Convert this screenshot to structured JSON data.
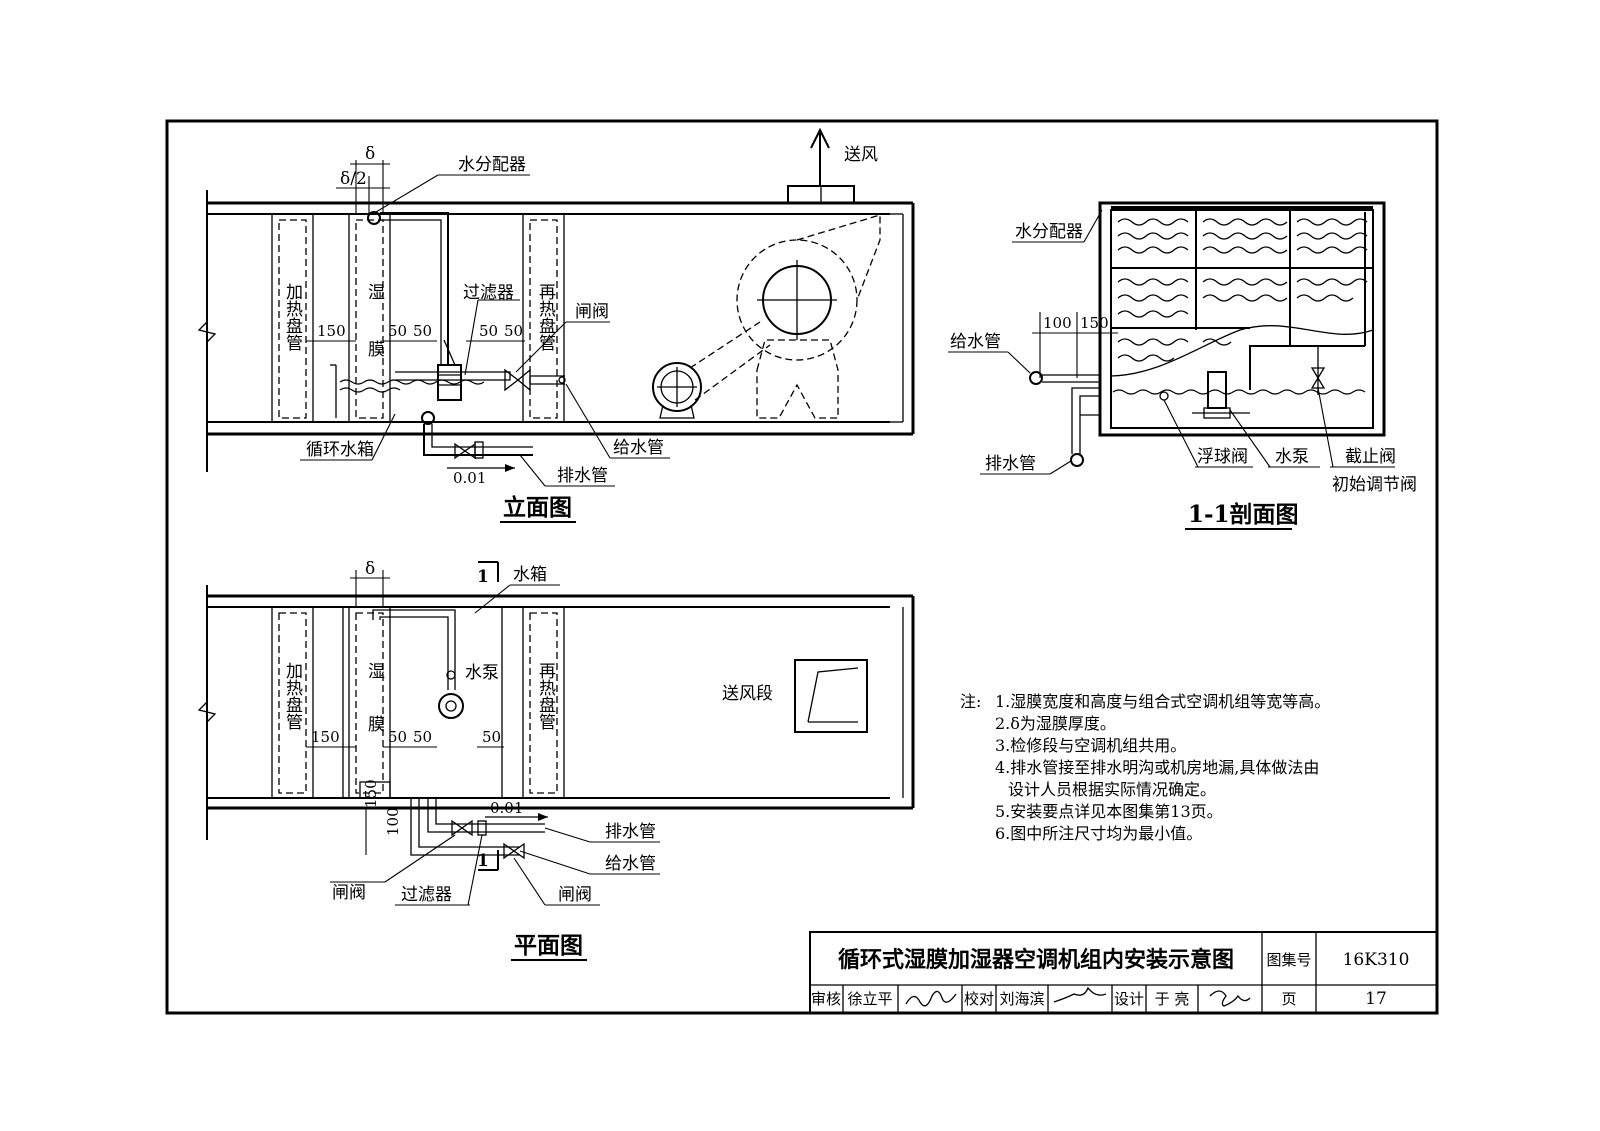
{
  "elevation": {
    "delta": "δ",
    "delta_half": "δ/2",
    "water_distributor": "水分配器",
    "supply_air": "送风",
    "filter": "过滤器",
    "gate_valve": "闸阀",
    "heating_coil": "加热盘管",
    "humid_membrane": "湿膜",
    "reheat_coil": "再热盘管",
    "dim_150": "150",
    "dim_50a": "50",
    "dim_50b": "50",
    "dim_50c": "50",
    "dim_50d": "50",
    "circ_tank": "循环水箱",
    "supply_pipe": "给水管",
    "drain_pipe": "排水管",
    "slope": "0.01",
    "title": "立面图"
  },
  "section": {
    "water_distributor": "水分配器",
    "supply_pipe": "给水管",
    "drain_pipe": "排水管",
    "dim_100": "100",
    "dim_150": "150",
    "float_valve": "浮球阀",
    "pump": "水泵",
    "stop_valve": "截止阀",
    "init_valve": "初始调节阀",
    "title": "1-1剖面图"
  },
  "plan": {
    "delta": "δ",
    "section_mark": "1",
    "water_tank": "水箱",
    "pump": "水泵",
    "heating_coil": "加热盘管",
    "humid_membrane": "湿膜",
    "reheat_coil": "再热盘管",
    "supply_section": "送风段",
    "dim_150": "150",
    "dim_50a": "50",
    "dim_50b": "50",
    "dim_50c": "50",
    "dim_150v": "150",
    "dim_100v": "100",
    "slope": "0.01",
    "drain_pipe": "排水管",
    "supply_pipe": "给水管",
    "gate_valve_left": "闸阀",
    "filter": "过滤器",
    "gate_valve_right": "闸阀",
    "title": "平面图"
  },
  "notes": {
    "prefix": "注:",
    "items": [
      "1.湿膜宽度和高度与组合式空调机组等宽等高。",
      "2.δ为湿膜厚度。",
      "3.检修段与空调机组共用。",
      "4.排水管接至排水明沟或机房地漏,具体做法由",
      "设计人员根据实际情况确定。",
      "5.安装要点详见本图集第13页。",
      "6.图中所注尺寸均为最小值。"
    ]
  },
  "title_block": {
    "drawing_title": "循环式湿膜加湿器空调机组内安装示意图",
    "atlas_label": "图集号",
    "atlas_no": "16K310",
    "review_label": "审核",
    "reviewer": "徐立平",
    "check_label": "校对",
    "checker": "刘海滨",
    "design_label": "设计",
    "designer": "于 亮",
    "page_label": "页",
    "page_no": "17"
  }
}
